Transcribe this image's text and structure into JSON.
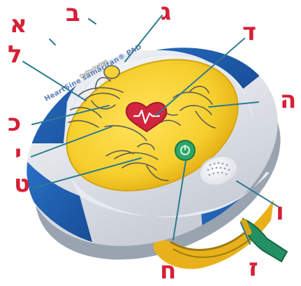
{
  "device_text": {
    "brand_line": "HeartSine samaritan® PAD",
    "small_pad_text": "Defibrillation"
  },
  "labels": {
    "alef": "א",
    "bet": "ב",
    "gimel": "ג",
    "dalet": "ד",
    "he": "ה",
    "vav": "ו",
    "zayin": "ז",
    "het": "ח",
    "tet": "ט",
    "yod": "י",
    "kaf": "כ",
    "lamed": "ל"
  },
  "colors": {
    "label_red": "#d61f36",
    "body_blue": "#1f5fae",
    "body_gray": "#d9dde4",
    "lid_yellow": "#f4c826",
    "button_green": "#2fa568"
  }
}
